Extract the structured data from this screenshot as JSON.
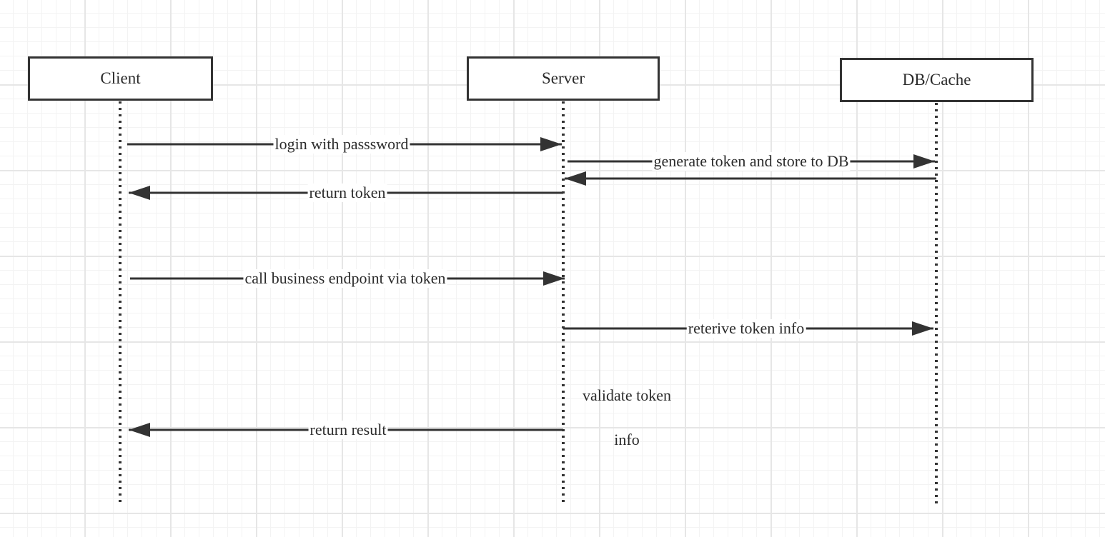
{
  "diagram": {
    "actors": [
      {
        "id": "client",
        "label": "Client"
      },
      {
        "id": "server",
        "label": "Server"
      },
      {
        "id": "db",
        "label": "DB/Cache"
      }
    ],
    "messages": [
      {
        "from": "client",
        "to": "server",
        "label": "login with passsword"
      },
      {
        "from": "server",
        "to": "db",
        "label": "generate token and store to DB"
      },
      {
        "from": "db",
        "to": "server",
        "label": ""
      },
      {
        "from": "server",
        "to": "client",
        "label": "return token"
      },
      {
        "from": "client",
        "to": "server",
        "label": "call business endpoint via token"
      },
      {
        "from": "server",
        "to": "db",
        "label": "reterive token info"
      },
      {
        "from": "server",
        "to": "client",
        "label": "return result"
      }
    ],
    "note": {
      "lines": [
        "validate token",
        "info"
      ]
    },
    "colors": {
      "line": "#333333",
      "lifeline": "#333333",
      "text": "#2b2b2b",
      "grid": "#e6e6e6"
    }
  }
}
